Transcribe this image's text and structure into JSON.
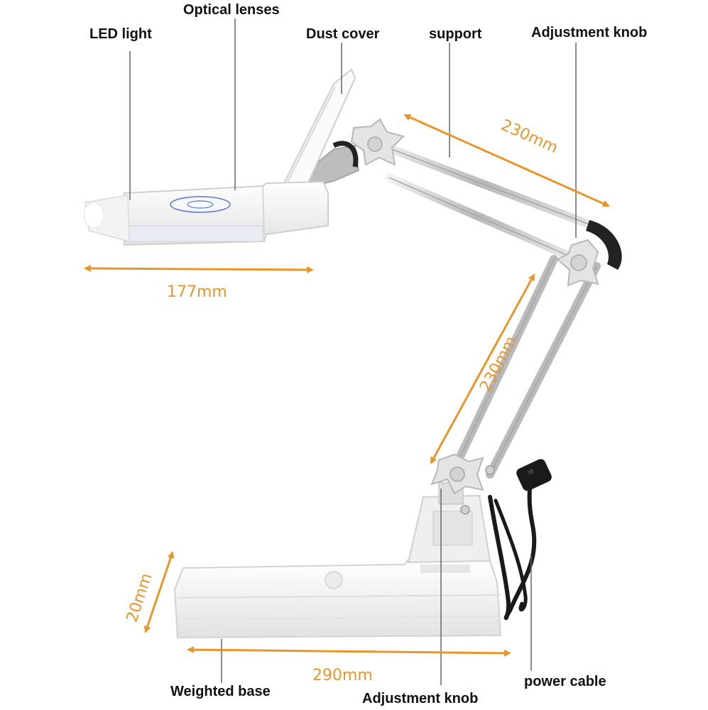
{
  "labels": {
    "led_light": "LED light",
    "optical_lenses": "Optical lenses",
    "dust_cover": "Dust cover",
    "support": "support",
    "adjustment_knob_top": "Adjustment knob",
    "weighted_base": "Weighted base",
    "adjustment_knob_bottom": "Adjustment knob",
    "power_cable": "power cable"
  },
  "dimensions": {
    "head_width": "177mm",
    "upper_arm": "230mm",
    "lower_arm": "230mm",
    "base_height": "20mm",
    "base_width": "290mm"
  },
  "colors": {
    "dimension": "#e8962c",
    "leader": "#666666",
    "body": "#f4f4f4",
    "metal": "#c9c9c9",
    "cable": "#1a1a1a"
  }
}
